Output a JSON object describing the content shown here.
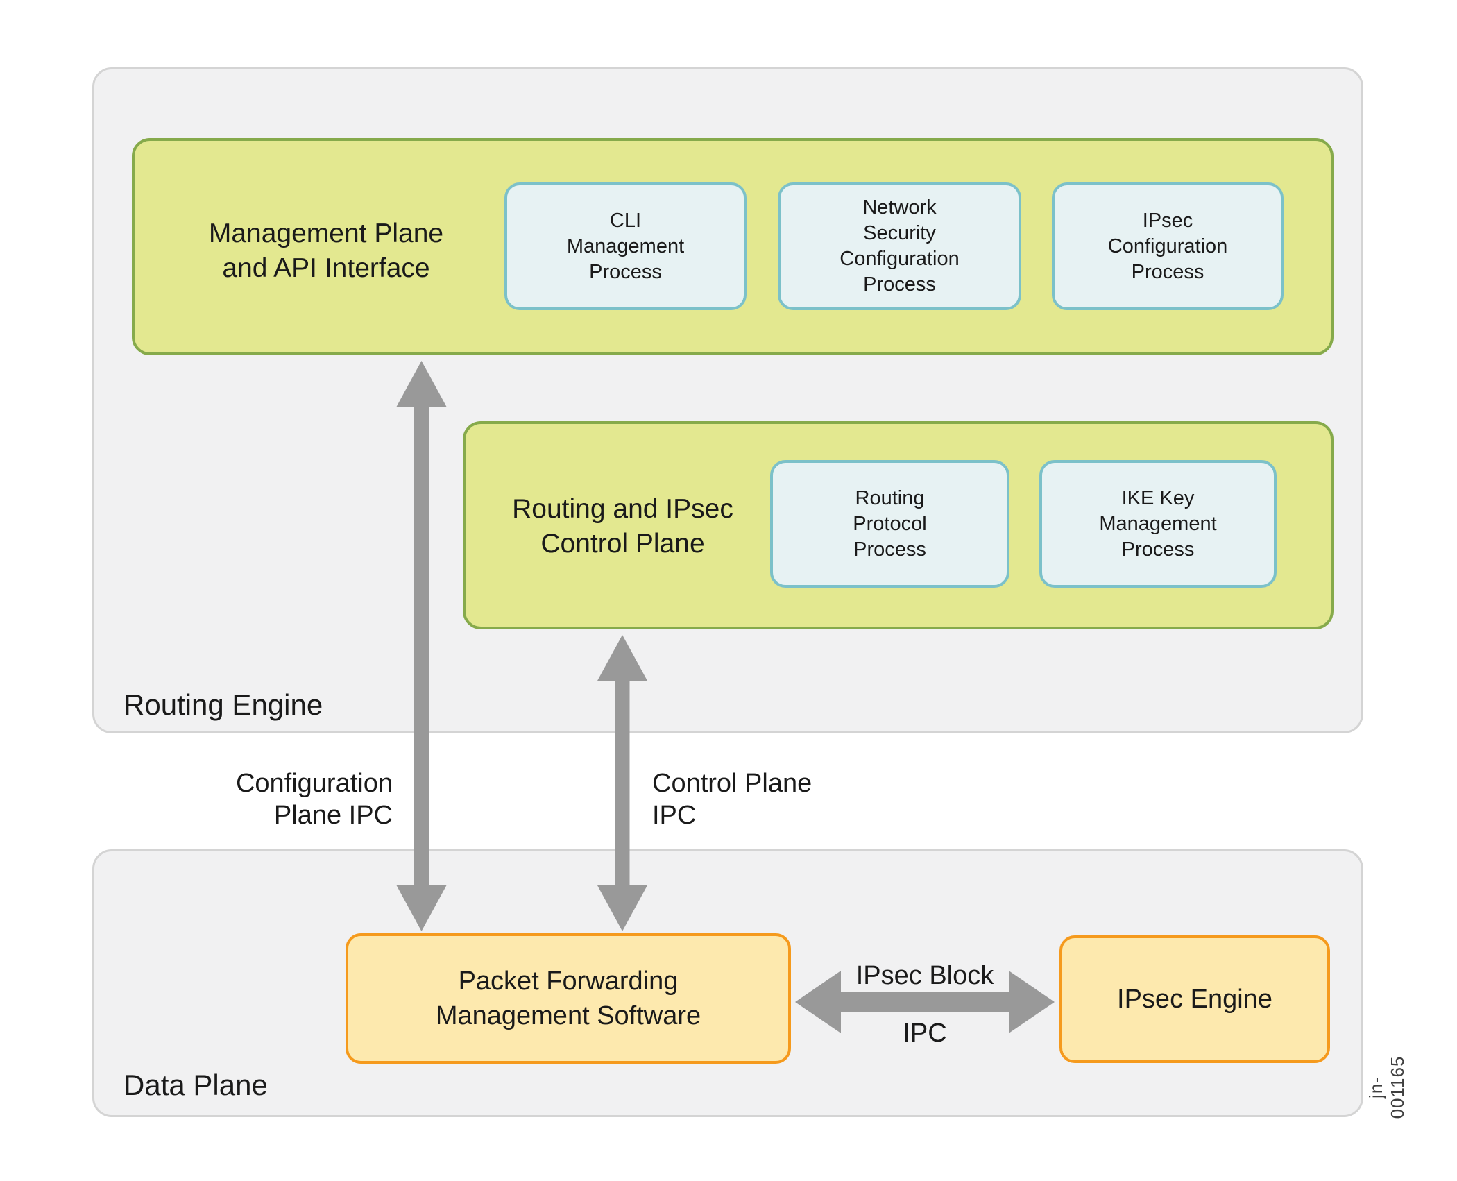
{
  "figure": {
    "id": "jn-001165"
  },
  "colors": {
    "plane_fill": "#f1f1f2",
    "plane_border": "#d4d4d4",
    "green_fill": "#e3e890",
    "green_border": "#86aa4b",
    "process_fill": "#e7f2f3",
    "process_border": "#7cc1c9",
    "orange_fill": "#fde9ae",
    "orange_border": "#f59a1d",
    "arrow_gray": "#999999",
    "text": "#1a1a1a"
  },
  "routing_engine": {
    "label": "Routing Engine",
    "management_plane": {
      "label": "Management Plane\nand API Interface",
      "processes": {
        "cli": "CLI\nManagement\nProcess",
        "network_security": "Network\nSecurity\nConfiguration\nProcess",
        "ipsec_configuration": "IPsec\nConfiguration\nProcess"
      }
    },
    "control_plane": {
      "label": "Routing and IPsec\nControl Plane",
      "processes": {
        "routing_protocol": "Routing\nProtocol\nProcess",
        "ike_key_management": "IKE Key\nManagement\nProcess"
      }
    }
  },
  "data_plane": {
    "label": "Data Plane",
    "packet_forwarding": "Packet Forwarding\nManagement Software",
    "ipsec_engine": "IPsec Engine"
  },
  "connections": {
    "configuration_plane_ipc": "Configuration\nPlane IPC",
    "control_plane_ipc": "Control Plane\nIPC",
    "ipsec_block": "IPsec Block",
    "ipsec_block_ipc": "IPC"
  }
}
